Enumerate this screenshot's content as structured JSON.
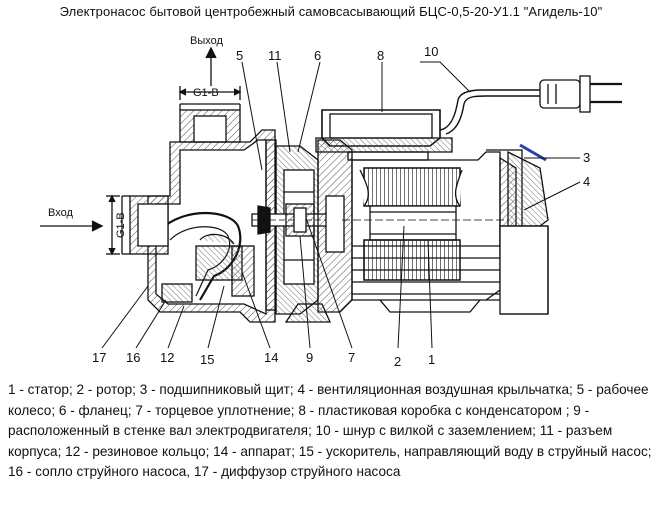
{
  "title": "Электронасос бытовой центробежный самовсасывающий   БЦС-0,5-20-У1.1 \"Агидель-10\"",
  "labels": {
    "outlet": "Выход",
    "inlet": "Вход",
    "thread_top": "G1-B",
    "thread_side": "G1-B"
  },
  "callouts": [
    "1",
    "2",
    "3",
    "4",
    "5",
    "6",
    "7",
    "8",
    "9",
    "10",
    "11",
    "12",
    "14",
    "15",
    "16",
    "17"
  ],
  "legend_text": "1 - статор; 2 - ротор; 3 - подшипниковый щит; 4 - вентиляционная воздушная крыльчатка; 5 - рабочее колесо; 6 - фланец; 7 - торцевое уплотнение; 8 - пластиковая коробка с конденсатором ; 9 - расположенный в стенке вал электродвигателя; 10 - шнур с вилкой с заземлением; 11 - разъем корпуса; 12 - резиновое кольцо; 14 - аппарат; 15 - ускоритель, направляющий воду в струйный насос; 16 - сопло струйного насоса, 17 - диффузор струйного насоса",
  "colors": {
    "line": "#111111",
    "blue_edge": "#2a3fb0",
    "hatch_gray": "#8a8a8a"
  }
}
